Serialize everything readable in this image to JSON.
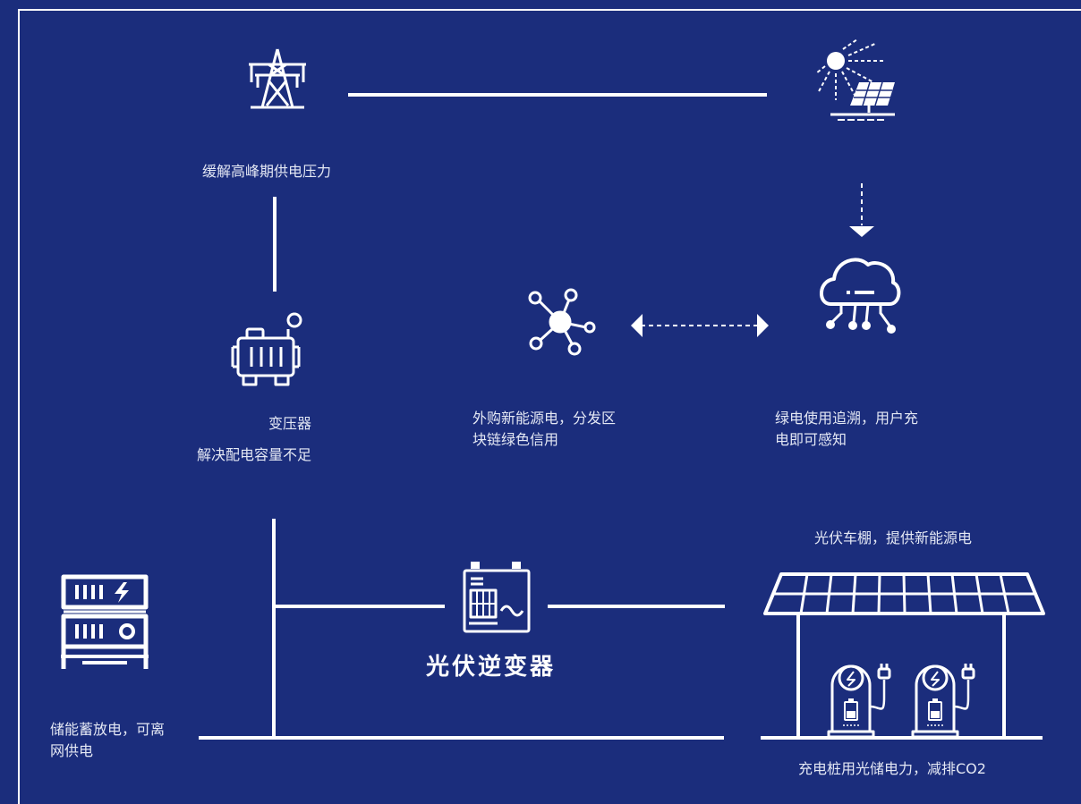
{
  "colors": {
    "background": "#1b2d7c",
    "line": "#ffffff",
    "text": "#e4e8f4"
  },
  "nodes": {
    "tower": {
      "icon": "power-tower-icon",
      "caption": "缓解高峰期供电压力"
    },
    "solar": {
      "icon": "sun-solar-panel-icon"
    },
    "transformer": {
      "icon": "transformer-icon",
      "title": "变压器",
      "caption": "解决配电容量不足"
    },
    "blockchain": {
      "icon": "network-hub-icon",
      "line1": "外购新能源电，分发区",
      "line2": "块链绿色信用"
    },
    "cloud": {
      "icon": "cloud-chip-icon",
      "line1": "绿电使用追溯，用户充",
      "line2": "电即可感知"
    },
    "storage": {
      "icon": "battery-storage-cabinet-icon",
      "line1": "储能蓄放电，可离",
      "line2": "网供电"
    },
    "inverter": {
      "icon": "inverter-icon",
      "title": "光伏逆变器"
    },
    "carport": {
      "icon": "solar-carport-icon",
      "caption": "光伏车棚，提供新能源电"
    },
    "chargers": {
      "icon": "charging-pile-icon",
      "caption": "充电桩用光储电力，减排CO2"
    }
  }
}
